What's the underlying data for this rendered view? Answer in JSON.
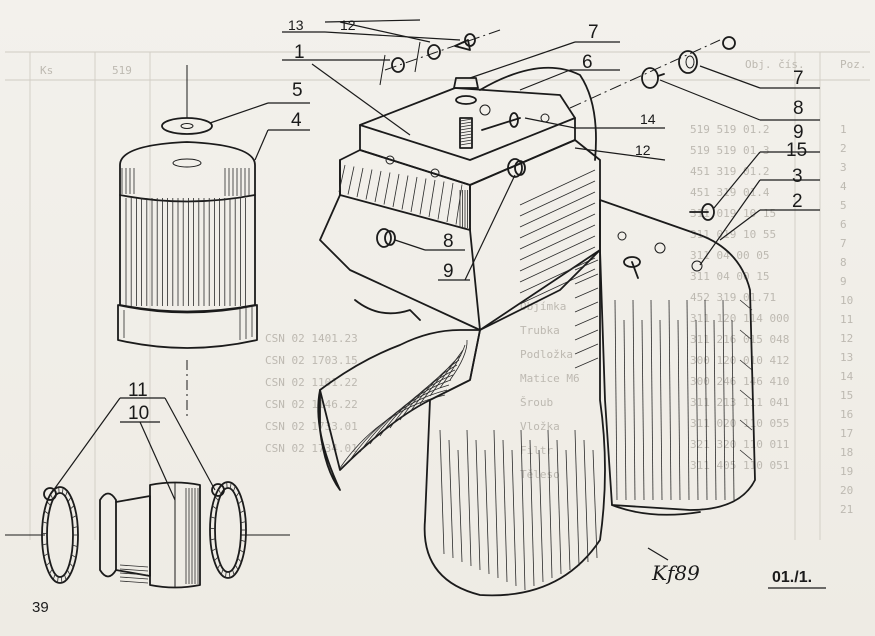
{
  "page_number": "39",
  "sheet_reference": "01./1.",
  "signature": "Kf89",
  "part_labels": [
    {
      "id": "13"
    },
    {
      "id": "12a",
      "text": "12"
    },
    {
      "id": "7a",
      "text": "7"
    },
    {
      "id": "1"
    },
    {
      "id": "6"
    },
    {
      "id": "5"
    },
    {
      "id": "4"
    },
    {
      "id": "14"
    },
    {
      "id": "12b",
      "text": "12"
    },
    {
      "id": "8a",
      "text": "8"
    },
    {
      "id": "9a",
      "text": "9"
    },
    {
      "id": "7b",
      "text": "7"
    },
    {
      "id": "8b",
      "text": "8"
    },
    {
      "id": "9b",
      "text": "9"
    },
    {
      "id": "15"
    },
    {
      "id": "3"
    },
    {
      "id": "2"
    },
    {
      "id": "11"
    },
    {
      "id": "10"
    }
  ],
  "bleed_through": {
    "header": [
      "Poz.",
      "Obj. čís.",
      "519",
      "Ks"
    ],
    "codes": [
      "519 519 01.2",
      "519 519 01.3",
      "451 319 01.2",
      "451 319 01.4",
      "311 019 10 15",
      "311 019 10 55",
      "311 04 00 05",
      "311 04 00 15",
      "452 319 01.71",
      "311 120 114 000",
      "311 216 015 048",
      "300 120 010 412",
      "300 246 146 410",
      "311 213 111 041",
      "311 020 110 055",
      "321 320 110 011",
      "311 405 110 051",
      "CSN 02 1401.23",
      "CSN 02 1703.15",
      "CSN 02 1101.22",
      "CSN 02 1146.22",
      "CSN 02 1733.01",
      "CSN 02 1734.01"
    ],
    "words": [
      "Objímka",
      "Trubka",
      "Podložka",
      "Matice M6",
      "Šroub",
      "Vložka",
      "Filtr",
      "Těleso"
    ],
    "numbers": [
      "1",
      "2",
      "3",
      "4",
      "5",
      "6",
      "7",
      "8",
      "9",
      "10",
      "11",
      "12",
      "13",
      "14",
      "15",
      "16",
      "17",
      "18",
      "19",
      "20",
      "21"
    ]
  }
}
